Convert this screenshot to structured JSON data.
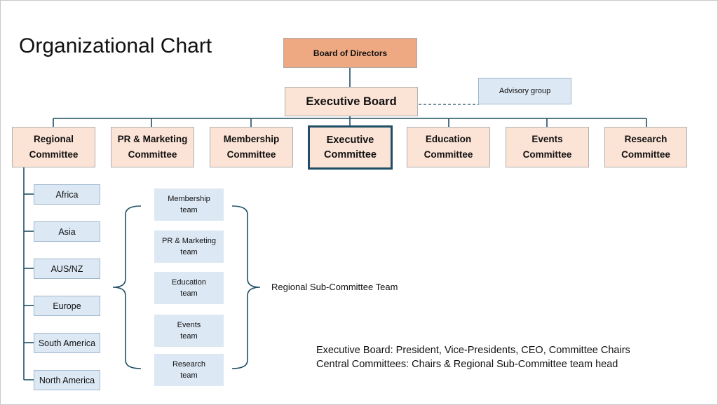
{
  "title": "Organizational Chart",
  "nodes": {
    "board": "Board of Directors",
    "executive_board": "Executive Board",
    "advisory": "Advisory group"
  },
  "committees": [
    {
      "id": "regional",
      "label": "Regional\nCommittee"
    },
    {
      "id": "pr-marketing",
      "label": "PR & Marketing\nCommittee"
    },
    {
      "id": "membership",
      "label": "Membership\nCommittee"
    },
    {
      "id": "executive",
      "label": "Executive\nCommittee"
    },
    {
      "id": "education",
      "label": "Education\nCommittee"
    },
    {
      "id": "events",
      "label": "Events\nCommittee"
    },
    {
      "id": "research",
      "label": "Research\nCommittee"
    }
  ],
  "regions": [
    "Africa",
    "Asia",
    "AUS/NZ",
    "Europe",
    "South America",
    "North America"
  ],
  "teams": [
    "Membership\nteam",
    "PR & Marketing\nteam",
    "Education\nteam",
    "Events\nteam",
    "Research\nteam"
  ],
  "teams_label": "Regional Sub-Committee Team",
  "notes": [
    "Executive Board: President, Vice-Presidents, CEO, Committee Chairs",
    "Central Committees: Chairs & Regional Sub-Committee team head"
  ]
}
